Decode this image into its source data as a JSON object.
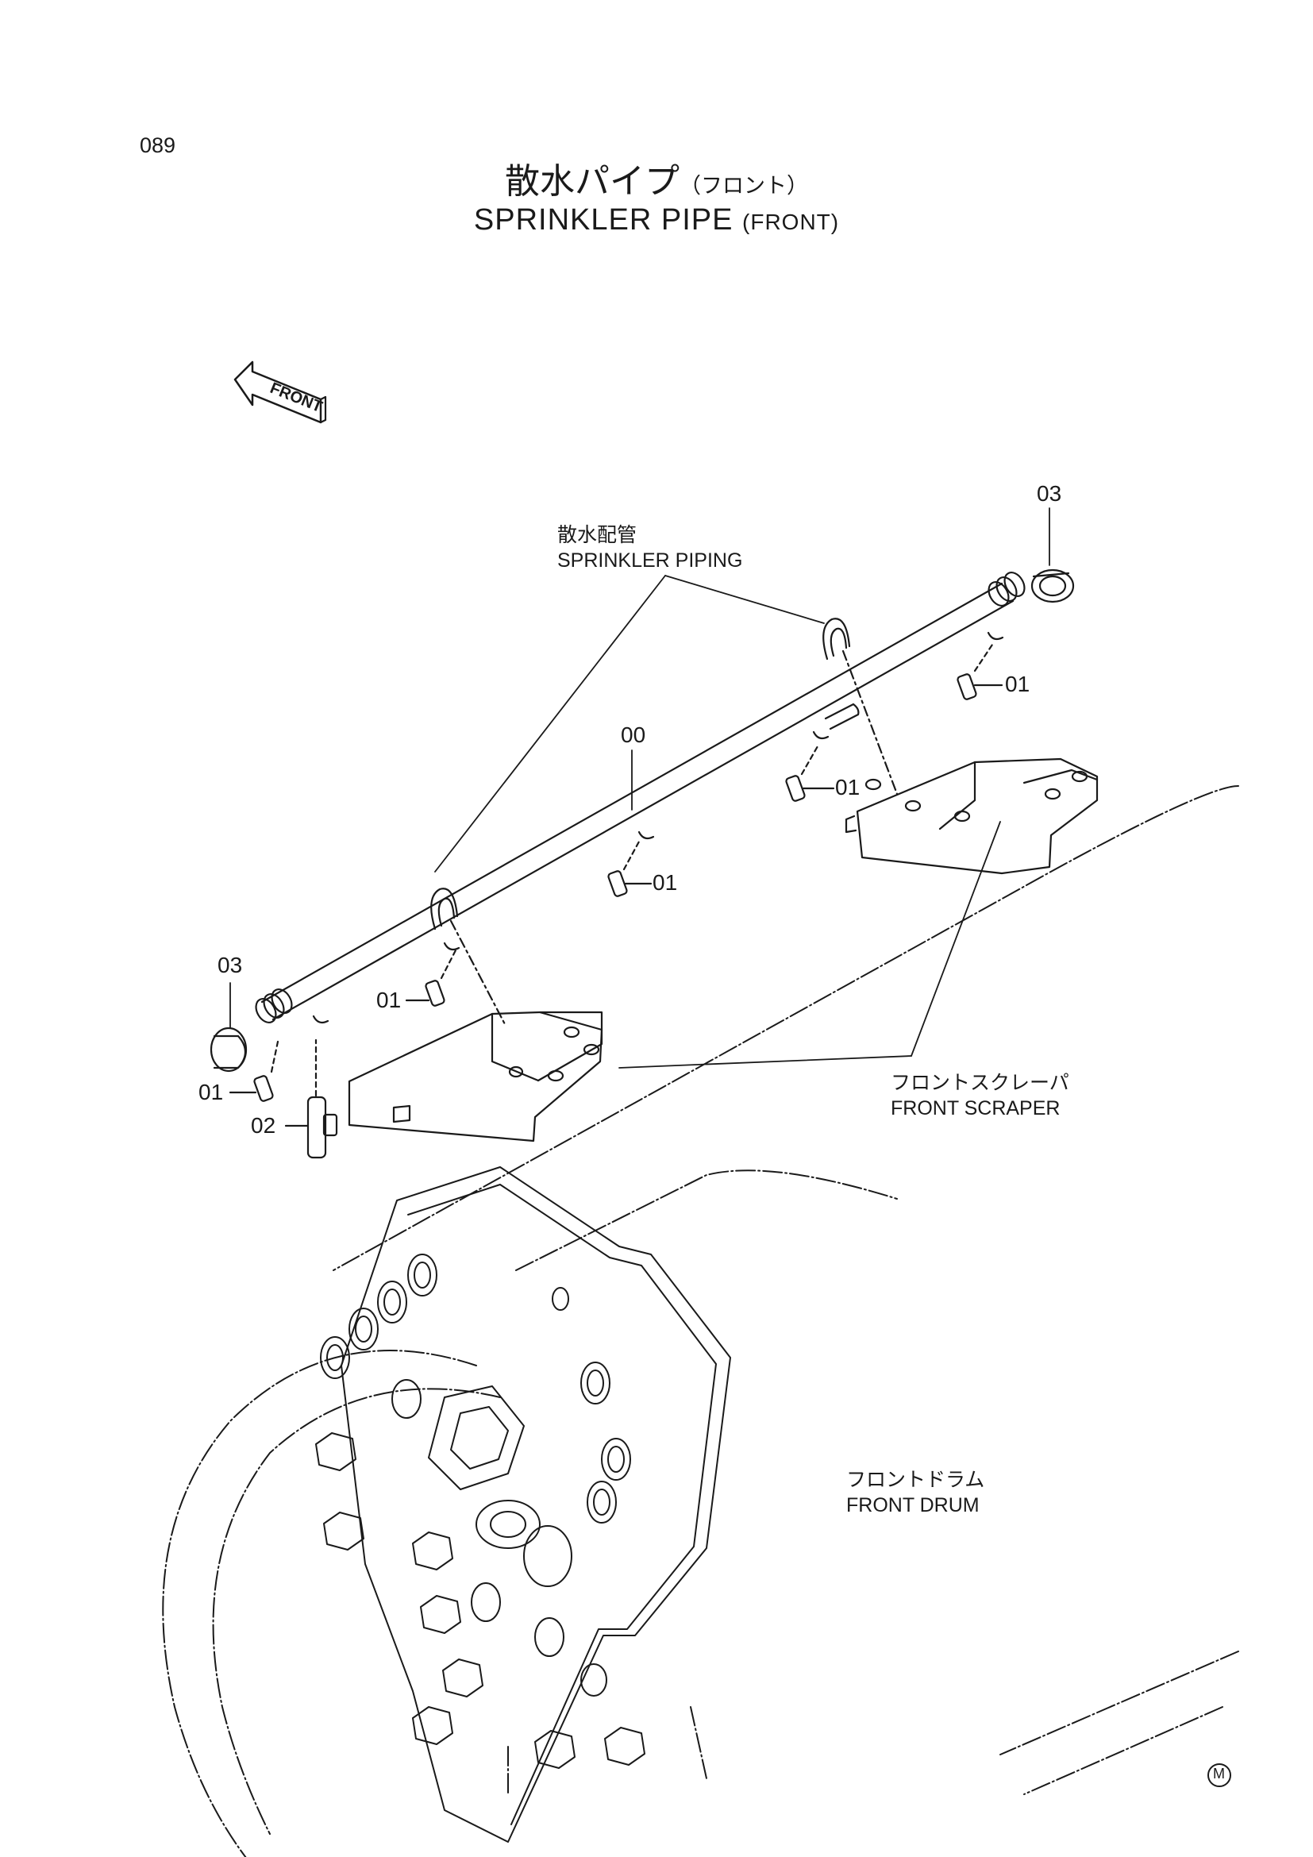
{
  "page_number": "089",
  "title": {
    "ja_main": "散水パイプ",
    "ja_sub": "（フロント）",
    "en_main": "SPRINKLER PIPE",
    "en_sub": "(FRONT)"
  },
  "direction_arrow": {
    "label": "FRONT",
    "icon": "front-arrow-icon"
  },
  "labels": {
    "sprinkler_piping": {
      "ja": "散水配管",
      "en": "SPRINKLER PIPING"
    },
    "front_scraper": {
      "ja": "フロントスクレーパ",
      "en": "FRONT SCRAPER"
    },
    "front_drum": {
      "ja": "フロントドラム",
      "en": "FRONT DRUM"
    }
  },
  "part_numbers": {
    "pipe": "00",
    "nozzle": "01",
    "cock": "02",
    "cap": "03"
  },
  "mark": "M"
}
